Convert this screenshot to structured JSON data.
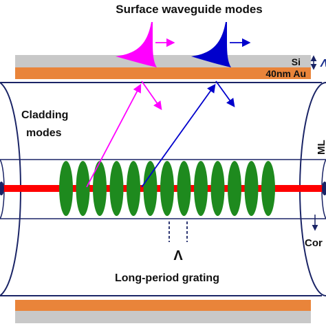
{
  "title": "Surface waveguide modes",
  "labels": {
    "si": "Si",
    "au": "40nm Au",
    "cladding_line1": "Cladding",
    "cladding_line2": "modes",
    "grating": "Long-period grating",
    "period_symbol": "Λ",
    "core_partial": "Cor",
    "right_partial": "Λ",
    "right_vertical": "ML"
  },
  "colors": {
    "si_layer": "#c8c8c8",
    "au_layer": "#e9843a",
    "core": "#ff0000",
    "grating": "#1e8a1e",
    "magenta": "#ff00ff",
    "blue": "#0000cc",
    "outline": "#1a2466"
  },
  "grating": {
    "fringe_count": 13
  }
}
